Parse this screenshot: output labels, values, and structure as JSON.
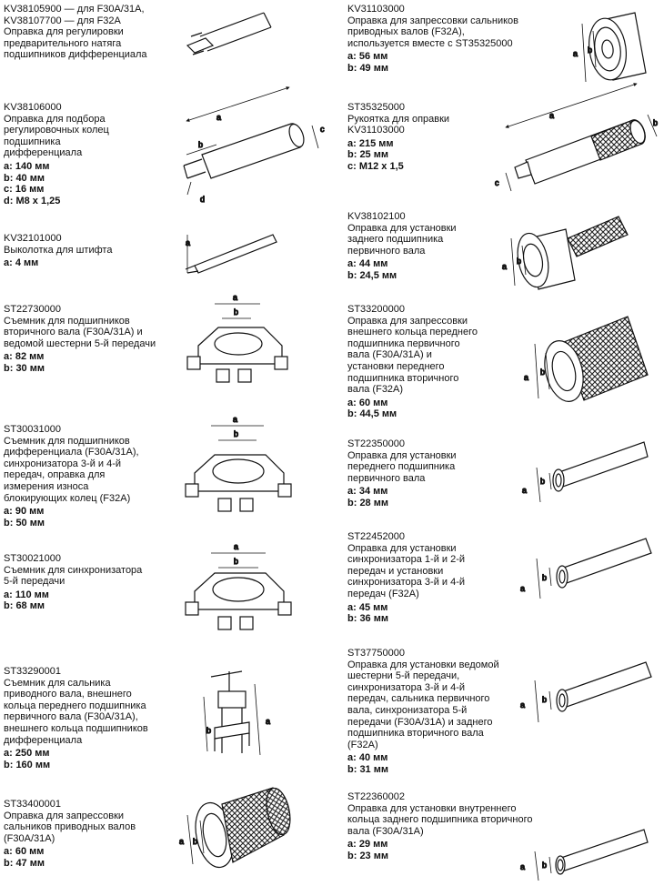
{
  "left": [
    {
      "code": "KV38105900 — для F30A/31A,\nKV38107700 — для F32A",
      "desc": "Оправка для регулировки\nпредварительного натяга\nподшипников дифференциала",
      "dims": []
    },
    {
      "code": "KV38106000",
      "desc": "Оправка для подбора\nрегулировочных колец\nподшипника\nдифференциала",
      "dims": [
        "a: 140 мм",
        "b: 40 мм",
        "c: 16 мм",
        "d: M8 x 1,25"
      ]
    },
    {
      "code": "KV32101000",
      "desc": "Выколотка для штифта",
      "dims": [
        "a: 4 мм"
      ]
    },
    {
      "code": "ST22730000",
      "desc": "Съемник для подшипников\nвторичного вала (F30A/31A) и\nведомой шестерни 5-й передачи",
      "dims": [
        "a: 82 мм",
        "b: 30 мм"
      ]
    },
    {
      "code": "ST30031000",
      "desc": "Съемник для подшипников\nдифференциала (F30A/31A),\nсинхронизатора 3-й и 4-й\nпередач, оправка для\nизмерения износа\nблокирующих колец (F32A)",
      "dims": [
        "a: 90 мм",
        "b: 50 мм"
      ]
    },
    {
      "code": "ST30021000",
      "desc": "Съемник для синхронизатора\n5-й передачи",
      "dims": [
        "a: 110 мм",
        "b: 68 мм"
      ]
    },
    {
      "code": "ST33290001",
      "desc": "Съемник для сальника\nприводного вала, внешнего\nкольца переднего подшипника\nпервичного вала (F30A/31A),\nвнешнего кольца подшипников\nдифференциала",
      "dims": [
        "a: 250 мм",
        "b: 160 мм"
      ]
    },
    {
      "code": "ST33400001",
      "desc": "Оправка для запрессовки\nсальников приводных валов\n(F30A/31A)",
      "dims": [
        "a: 60 мм",
        "b: 47 мм"
      ]
    }
  ],
  "right": [
    {
      "code": "KV31103000",
      "desc": "Оправка для запрессовки сальников\nприводных валов (F32A),\nиспользуется вместе с ST35325000",
      "dims": [
        "a: 56 мм",
        "b: 49 мм"
      ]
    },
    {
      "code": "ST35325000",
      "desc": "Рукоятка для оправки\nKV31103000",
      "dims": [
        "a: 215 мм",
        "b: 25 мм",
        "c: M12 x 1,5"
      ]
    },
    {
      "code": "KV38102100",
      "desc": "Оправка для установки\nзаднего подшипника\nпервичного вала",
      "dims": [
        "a: 44 мм",
        "b: 24,5 мм"
      ]
    },
    {
      "code": "ST33200000",
      "desc": "Оправка для запрессовки\nвнешнего кольца переднего\nподшипника первичного\nвала (F30A/31A) и\nустановки переднего\nподшипника вторичного\nвала (F32A)",
      "dims": [
        "a: 60 мм",
        "b: 44,5 мм"
      ]
    },
    {
      "code": "ST22350000",
      "desc": "Оправка для установки\nпереднего подшипника\nпервичного вала",
      "dims": [
        "a: 34 мм",
        "b: 28 мм"
      ]
    },
    {
      "code": "ST22452000",
      "desc": "Оправка для установки\nсинхронизатора 1-й и 2-й\nпередач и установки\nсинхронизатора 3-й и 4-й\nпередач (F32A)",
      "dims": [
        "a: 45 мм",
        "b: 36 мм"
      ]
    },
    {
      "code": "ST37750000",
      "desc": "Оправка для установки ведомой\nшестерни 5-й передачи,\nсинхронизатора 3-й и 4-й\nпередач, сальника первичного\nвала, синхронизатора 5-й\nпередачи (F30A/31A) и заднего\nподшипника вторичного вала\n(F32A)",
      "dims": [
        "a: 40 мм",
        "b: 31 мм"
      ]
    },
    {
      "code": "ST22360002",
      "desc": "Оправка для установки внутреннего\nкольца заднего подшипника вторичного\nвала (F30A/31A)",
      "dims": [
        "a: 29 мм",
        "b: 23 мм"
      ]
    }
  ],
  "labels": {
    "a": "a",
    "b": "b",
    "c": "c",
    "d": "d"
  }
}
